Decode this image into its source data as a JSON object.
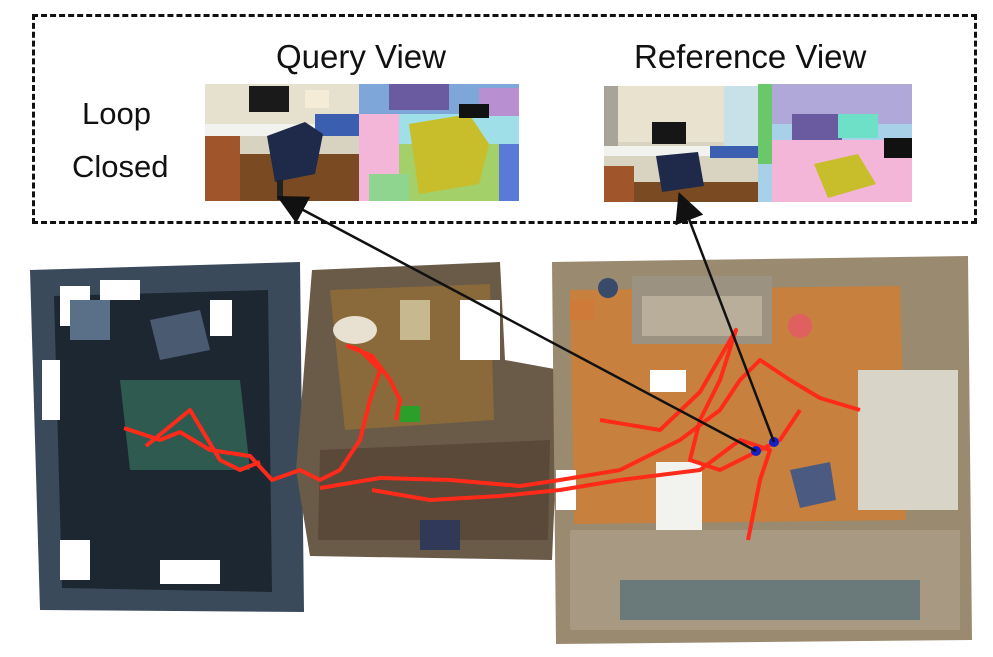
{
  "caption": {
    "loop": "Loop",
    "closed": "Closed",
    "query": "Query View",
    "reference": "Reference View"
  },
  "colors": {
    "trajectory": "#ff2a1a",
    "marker": "#1420c8",
    "arrow": "#111111",
    "wood_floor": "#c7803d",
    "dark_room": "#2c3a48"
  }
}
